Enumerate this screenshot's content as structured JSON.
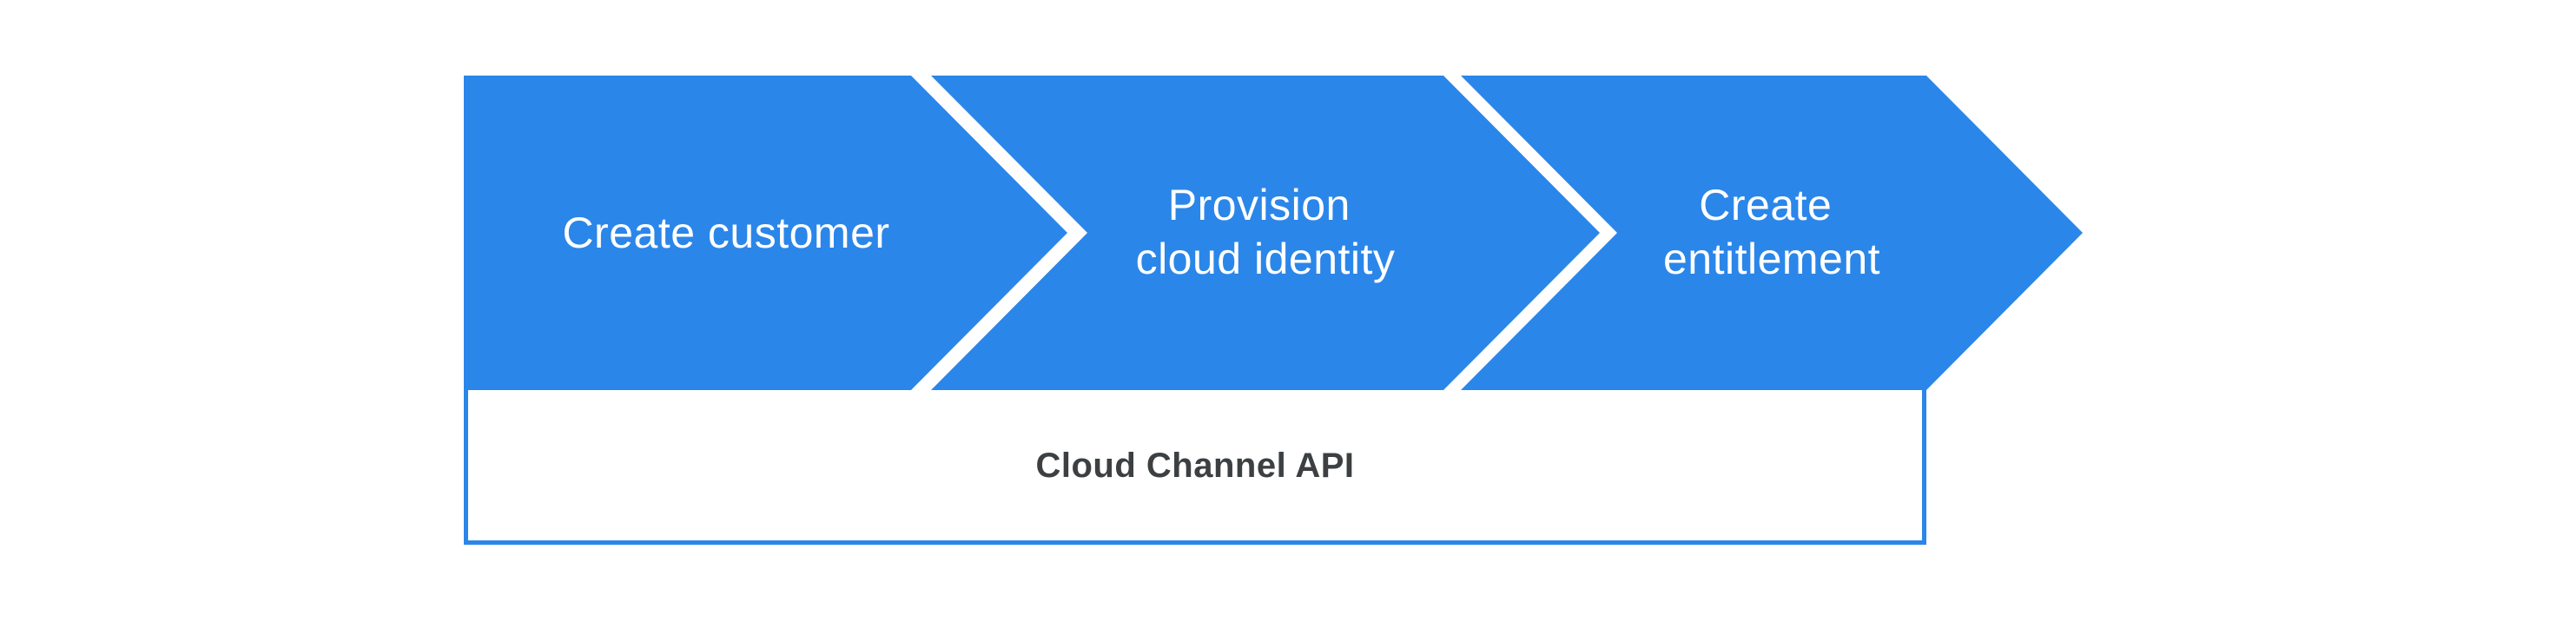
{
  "colors": {
    "background": "#ffffff",
    "arrow_blue": "#2b86e9",
    "box_border": "#2b86e9",
    "box_fill": "#ffffff",
    "step_label_color": "#ffffff",
    "api_label_color": "#3c4043"
  },
  "diagram": {
    "steps": [
      {
        "lines": [
          "Create customer"
        ]
      },
      {
        "lines": [
          "Provision",
          "cloud identity"
        ]
      },
      {
        "lines": [
          "Create",
          "entitlement"
        ]
      }
    ],
    "api_box": {
      "label": "Cloud Channel API"
    }
  }
}
